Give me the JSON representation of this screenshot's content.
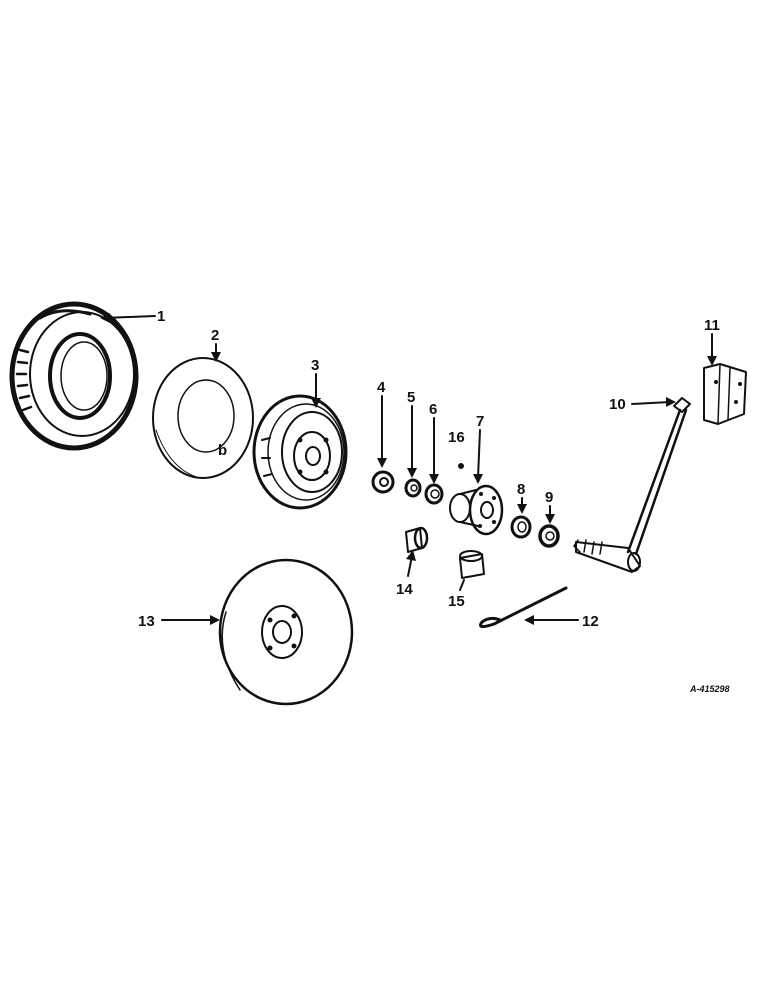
{
  "diagram": {
    "reference_code": "A-415298",
    "callouts": [
      {
        "id": "1",
        "label": "1"
      },
      {
        "id": "2",
        "label": "2"
      },
      {
        "id": "3",
        "label": "3"
      },
      {
        "id": "4",
        "label": "4"
      },
      {
        "id": "5",
        "label": "5"
      },
      {
        "id": "6",
        "label": "6"
      },
      {
        "id": "7",
        "label": "7"
      },
      {
        "id": "8",
        "label": "8"
      },
      {
        "id": "9",
        "label": "9"
      },
      {
        "id": "10",
        "label": "10"
      },
      {
        "id": "11",
        "label": "11"
      },
      {
        "id": "12",
        "label": "12"
      },
      {
        "id": "13",
        "label": "13"
      },
      {
        "id": "14",
        "label": "14"
      },
      {
        "id": "15",
        "label": "15"
      },
      {
        "id": "16",
        "label": "16"
      }
    ]
  }
}
